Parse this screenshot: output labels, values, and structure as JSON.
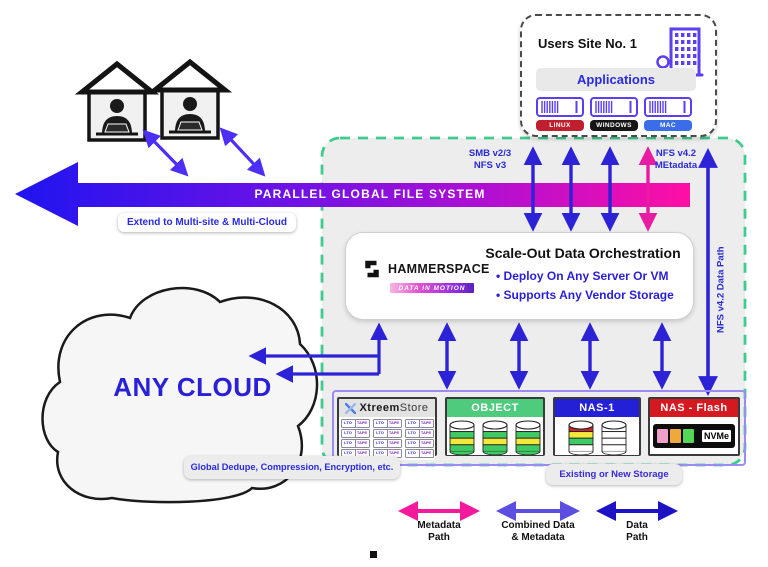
{
  "users_site": {
    "title": "Users Site No. 1",
    "applications_label": "Applications",
    "os_list": [
      {
        "label": "LINUX",
        "bg": "#c01f2f"
      },
      {
        "label": "WINDOWS",
        "bg": "#161616"
      },
      {
        "label": "MAC",
        "bg": "#3a6de8"
      }
    ]
  },
  "left_arrow": {
    "label": "PARALLEL GLOBAL FILE SYSTEM",
    "extend_label": "Extend to Multi-site & Multi-Cloud"
  },
  "protocols": {
    "smb_lines": [
      "SMB v2/3",
      "NFS v3"
    ],
    "metadata_lines": [
      "NFS v4.2",
      "MEtadata"
    ],
    "right_path_label": "NFS v4.2 Data Path"
  },
  "orchestration": {
    "logo_text": "HAMMERSPACE",
    "logo_tagline": "DATA IN MOTION",
    "title": "Scale-Out Data Orchestration",
    "bullets": [
      "Deploy On Any Server Or VM",
      "Supports Any Vendor Storage"
    ]
  },
  "cloud_label": "ANY CLOUD",
  "callouts": {
    "dedupe": "Global Dedupe, Compression, Encryption, etc.",
    "existing": "Existing or New Storage"
  },
  "storage_boxes": [
    {
      "id": "xtreemstore",
      "title_bold": "Xtreem",
      "title_rest": "Store",
      "header_bg": "#e2e2e2",
      "body": "tape-grid",
      "cell_left": "LTO",
      "cell_right": "TAPE"
    },
    {
      "id": "object",
      "title": "OBJECT",
      "header_bg": "#4ecb7d",
      "body": "cylinders",
      "cylinders": [
        [
          "#ffffff",
          "#3fca63",
          "#f4e93b",
          "#3fca63"
        ],
        [
          "#ffffff",
          "#3fca63",
          "#f4e93b",
          "#3fca63"
        ],
        [
          "#ffffff",
          "#3fca63",
          "#f4e93b",
          "#3fca63"
        ]
      ]
    },
    {
      "id": "nas-1",
      "title": "NAS-1",
      "header_bg": "#2420d6",
      "body": "cylinders",
      "cylinders": [
        [
          "#d42323",
          "#f4e93b",
          "#3fca63",
          "#ffffff"
        ],
        [
          "#ffffff",
          "#ffffff",
          "#ffffff",
          "#ffffff"
        ]
      ]
    },
    {
      "id": "nas-flash",
      "title": "NAS - Flash",
      "header_bg": "#d41920",
      "body": "nvme",
      "nvme_label": "NVMe",
      "chip_colors": [
        "#efa0c8",
        "#f0a83c",
        "#56d656"
      ]
    }
  ],
  "legend": [
    {
      "lines": [
        "Metadata",
        "Path"
      ],
      "color": "#f5199b"
    },
    {
      "lines": [
        "Combined Data",
        "& Metadata"
      ],
      "color": "#5a4fe0"
    },
    {
      "lines": [
        "Data",
        "Path"
      ],
      "color": "#1d13c4"
    }
  ],
  "palette": {
    "dashed_region_border": "#3ecb8d",
    "dashed_region_fill": "#ededed",
    "gradient_start": "#1f14ef",
    "gradient_end": "#ff0fa4",
    "blue_arrow": "#2d23d6",
    "pink_arrow": "#e81ba3",
    "violet_arrow": "#4b2ff5",
    "storage_container_border": "#9a8cf0"
  }
}
